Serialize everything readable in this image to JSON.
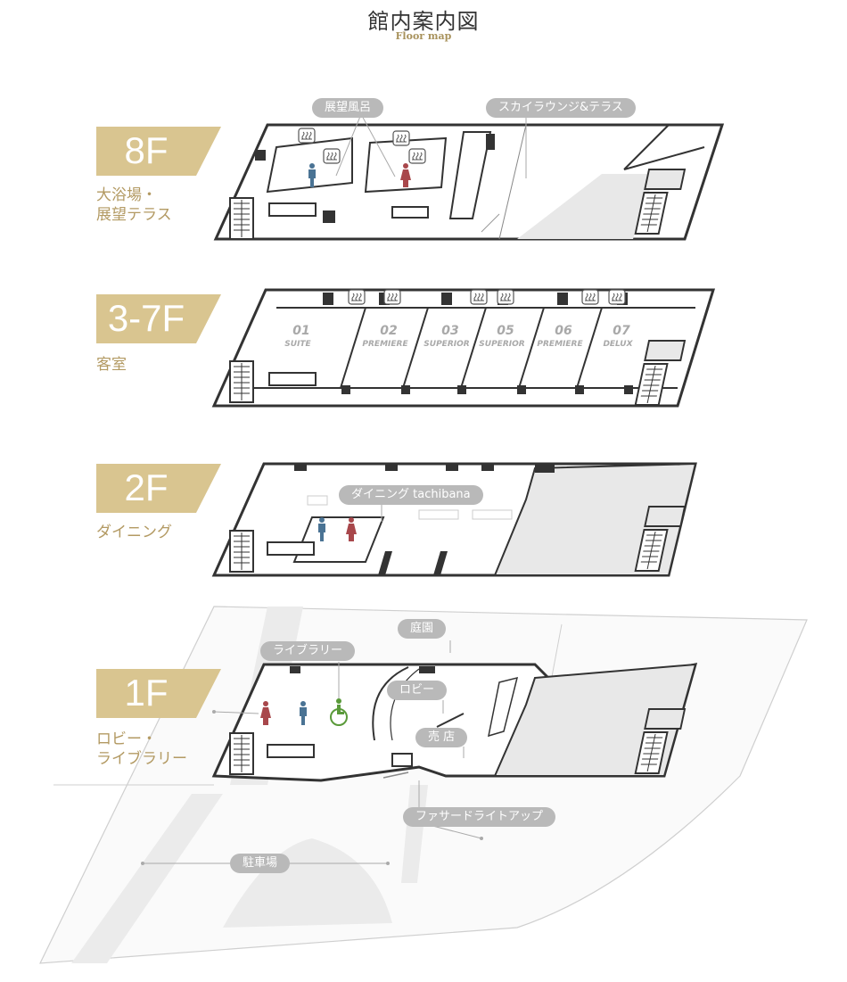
{
  "header": {
    "title": "館内案内図",
    "subtitle": "Floor map"
  },
  "floors": [
    {
      "id": "8f",
      "badge": "8F",
      "desc_lines": [
        "大浴場・",
        "展望テラス"
      ],
      "labels": [
        "展望風呂",
        "スカイラウンジ&テラス"
      ]
    },
    {
      "id": "3-7f",
      "badge": "3-7F",
      "desc_lines": [
        "客室"
      ],
      "rooms": [
        {
          "num": "01",
          "type": "SUITE"
        },
        {
          "num": "02",
          "type": "PREMIERE"
        },
        {
          "num": "03",
          "type": "SUPERIOR"
        },
        {
          "num": "05",
          "type": "SUPERIOR"
        },
        {
          "num": "06",
          "type": "PREMIERE"
        },
        {
          "num": "07",
          "type": "DELUX"
        }
      ]
    },
    {
      "id": "2f",
      "badge": "2F",
      "desc_lines": [
        "ダイニング"
      ],
      "labels": [
        "ダイニング tachibana"
      ]
    },
    {
      "id": "1f",
      "badge": "1F",
      "desc_lines": [
        "ロビー・",
        "ライブラリー"
      ],
      "labels": [
        "庭園",
        "ライブラリー",
        "ロビー",
        "売 店",
        "ファサードライトアップ",
        "駐車場"
      ]
    }
  ],
  "colors": {
    "accent": "#d9c590",
    "accent_text": "#b39a63",
    "label_pill": "#b9b9b9",
    "men_icon": "#4a7394",
    "women_icon": "#a8474b",
    "accessible_icon": "#5a9a3a"
  },
  "icons": [
    "onsen-icon",
    "men-restroom-icon",
    "women-restroom-icon",
    "accessible-restroom-icon",
    "stairs-icon"
  ]
}
